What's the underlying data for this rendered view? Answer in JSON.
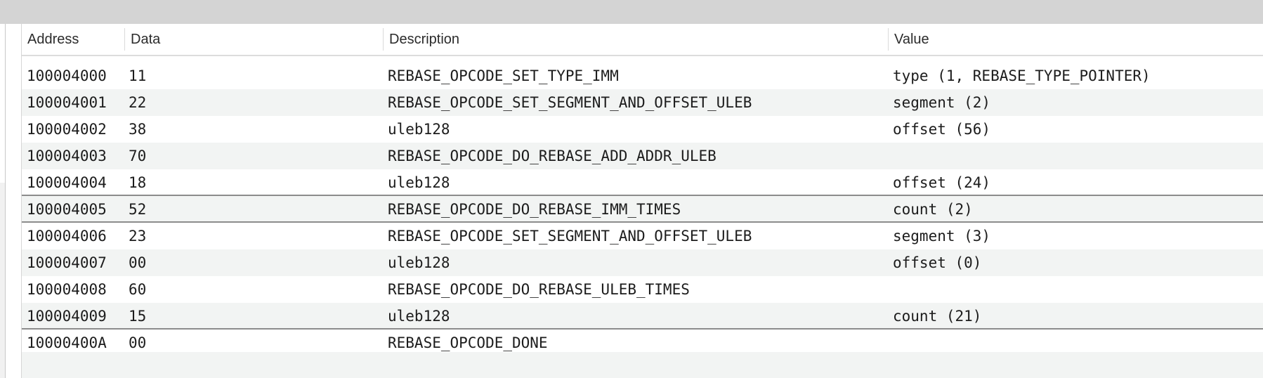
{
  "table": {
    "columns": {
      "address": "Address",
      "data": "Data",
      "description": "Description",
      "value": "Value"
    },
    "rows": [
      {
        "address": "100004000",
        "data": "11",
        "description": "REBASE_OPCODE_SET_TYPE_IMM",
        "value": "type (1, REBASE_TYPE_POINTER)"
      },
      {
        "address": "100004001",
        "data": "22",
        "description": "REBASE_OPCODE_SET_SEGMENT_AND_OFFSET_ULEB",
        "value": "segment (2)"
      },
      {
        "address": "100004002",
        "data": "38",
        "description": "uleb128",
        "value": "offset (56)"
      },
      {
        "address": "100004003",
        "data": "70",
        "description": "REBASE_OPCODE_DO_REBASE_ADD_ADDR_ULEB",
        "value": ""
      },
      {
        "address": "100004004",
        "data": "18",
        "description": "uleb128",
        "value": "offset (24)"
      },
      {
        "address": "100004005",
        "data": "52",
        "description": "REBASE_OPCODE_DO_REBASE_IMM_TIMES",
        "value": "count (2)"
      },
      {
        "address": "100004006",
        "data": "23",
        "description": "REBASE_OPCODE_SET_SEGMENT_AND_OFFSET_ULEB",
        "value": "segment (3)"
      },
      {
        "address": "100004007",
        "data": "00",
        "description": "uleb128",
        "value": "offset (0)"
      },
      {
        "address": "100004008",
        "data": "60",
        "description": "REBASE_OPCODE_DO_REBASE_ULEB_TIMES",
        "value": ""
      },
      {
        "address": "100004009",
        "data": "15",
        "description": "uleb128",
        "value": "count (21)"
      },
      {
        "address": "10000400A",
        "data": "00",
        "description": "REBASE_OPCODE_DONE",
        "value": ""
      }
    ]
  }
}
